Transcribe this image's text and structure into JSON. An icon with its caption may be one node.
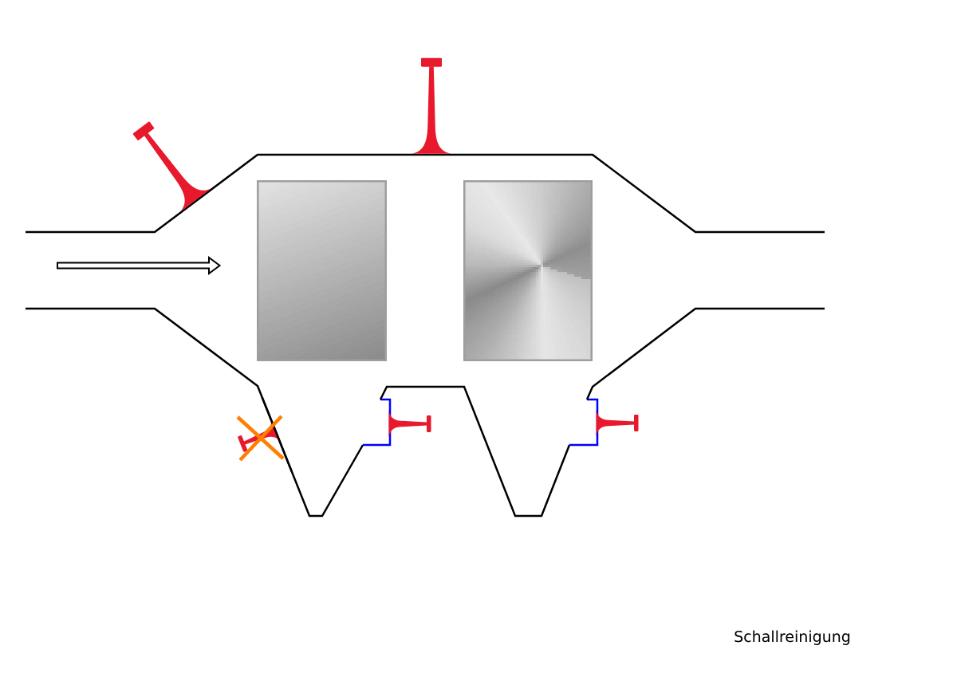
{
  "diagram": {
    "nodes": [
      {
        "text": [],
        "shape": "box"
      },
      {
        "text": [],
        "shape": "box"
      }
    ],
    "labels": [
      "Schallreinigung"
    ]
  }
}
